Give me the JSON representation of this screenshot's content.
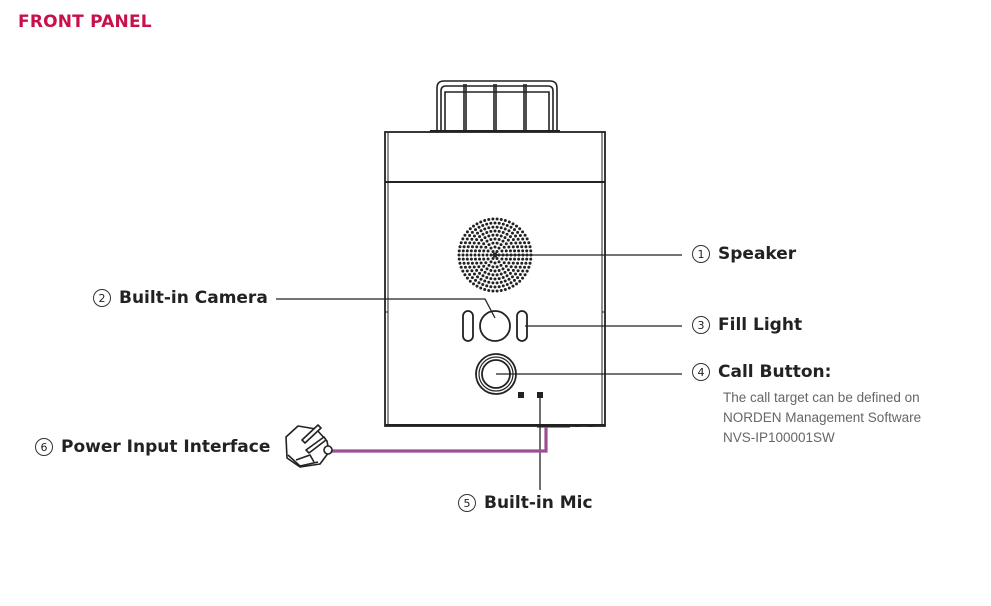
{
  "title": "FRONT PANEL",
  "colors": {
    "title": "#c8104a",
    "cable": "#9c4f92",
    "line": "#222222",
    "description": "#666666"
  },
  "callouts": [
    {
      "number": "1",
      "label": "Speaker"
    },
    {
      "number": "2",
      "label": "Built-in Camera"
    },
    {
      "number": "3",
      "label": "Fill Light"
    },
    {
      "number": "4",
      "label": "Call Button:"
    },
    {
      "number": "5",
      "label": "Built-in Mic"
    },
    {
      "number": "6",
      "label": "Power Input Interface"
    }
  ],
  "call_button_description": [
    "The call target can be  defined on",
    "NORDEN Management Software",
    "NVS-IP100001SW"
  ]
}
